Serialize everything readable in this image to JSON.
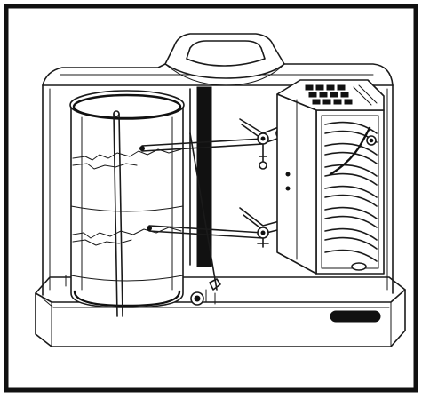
{
  "diagram": {
    "frame_color": "#111111",
    "ink_color": "#1a1a1a",
    "background_color": "#ffffff",
    "components": [
      "frame",
      "case-body",
      "carry-handle",
      "recording-drum",
      "recording-chart",
      "upper-pen-arm",
      "lower-pen-arm",
      "drum-clamp",
      "vertical-bar",
      "linkage-mechanism",
      "sensor-housing",
      "ventilation-slots",
      "sensor-coils",
      "base-plate",
      "front-slot"
    ]
  }
}
